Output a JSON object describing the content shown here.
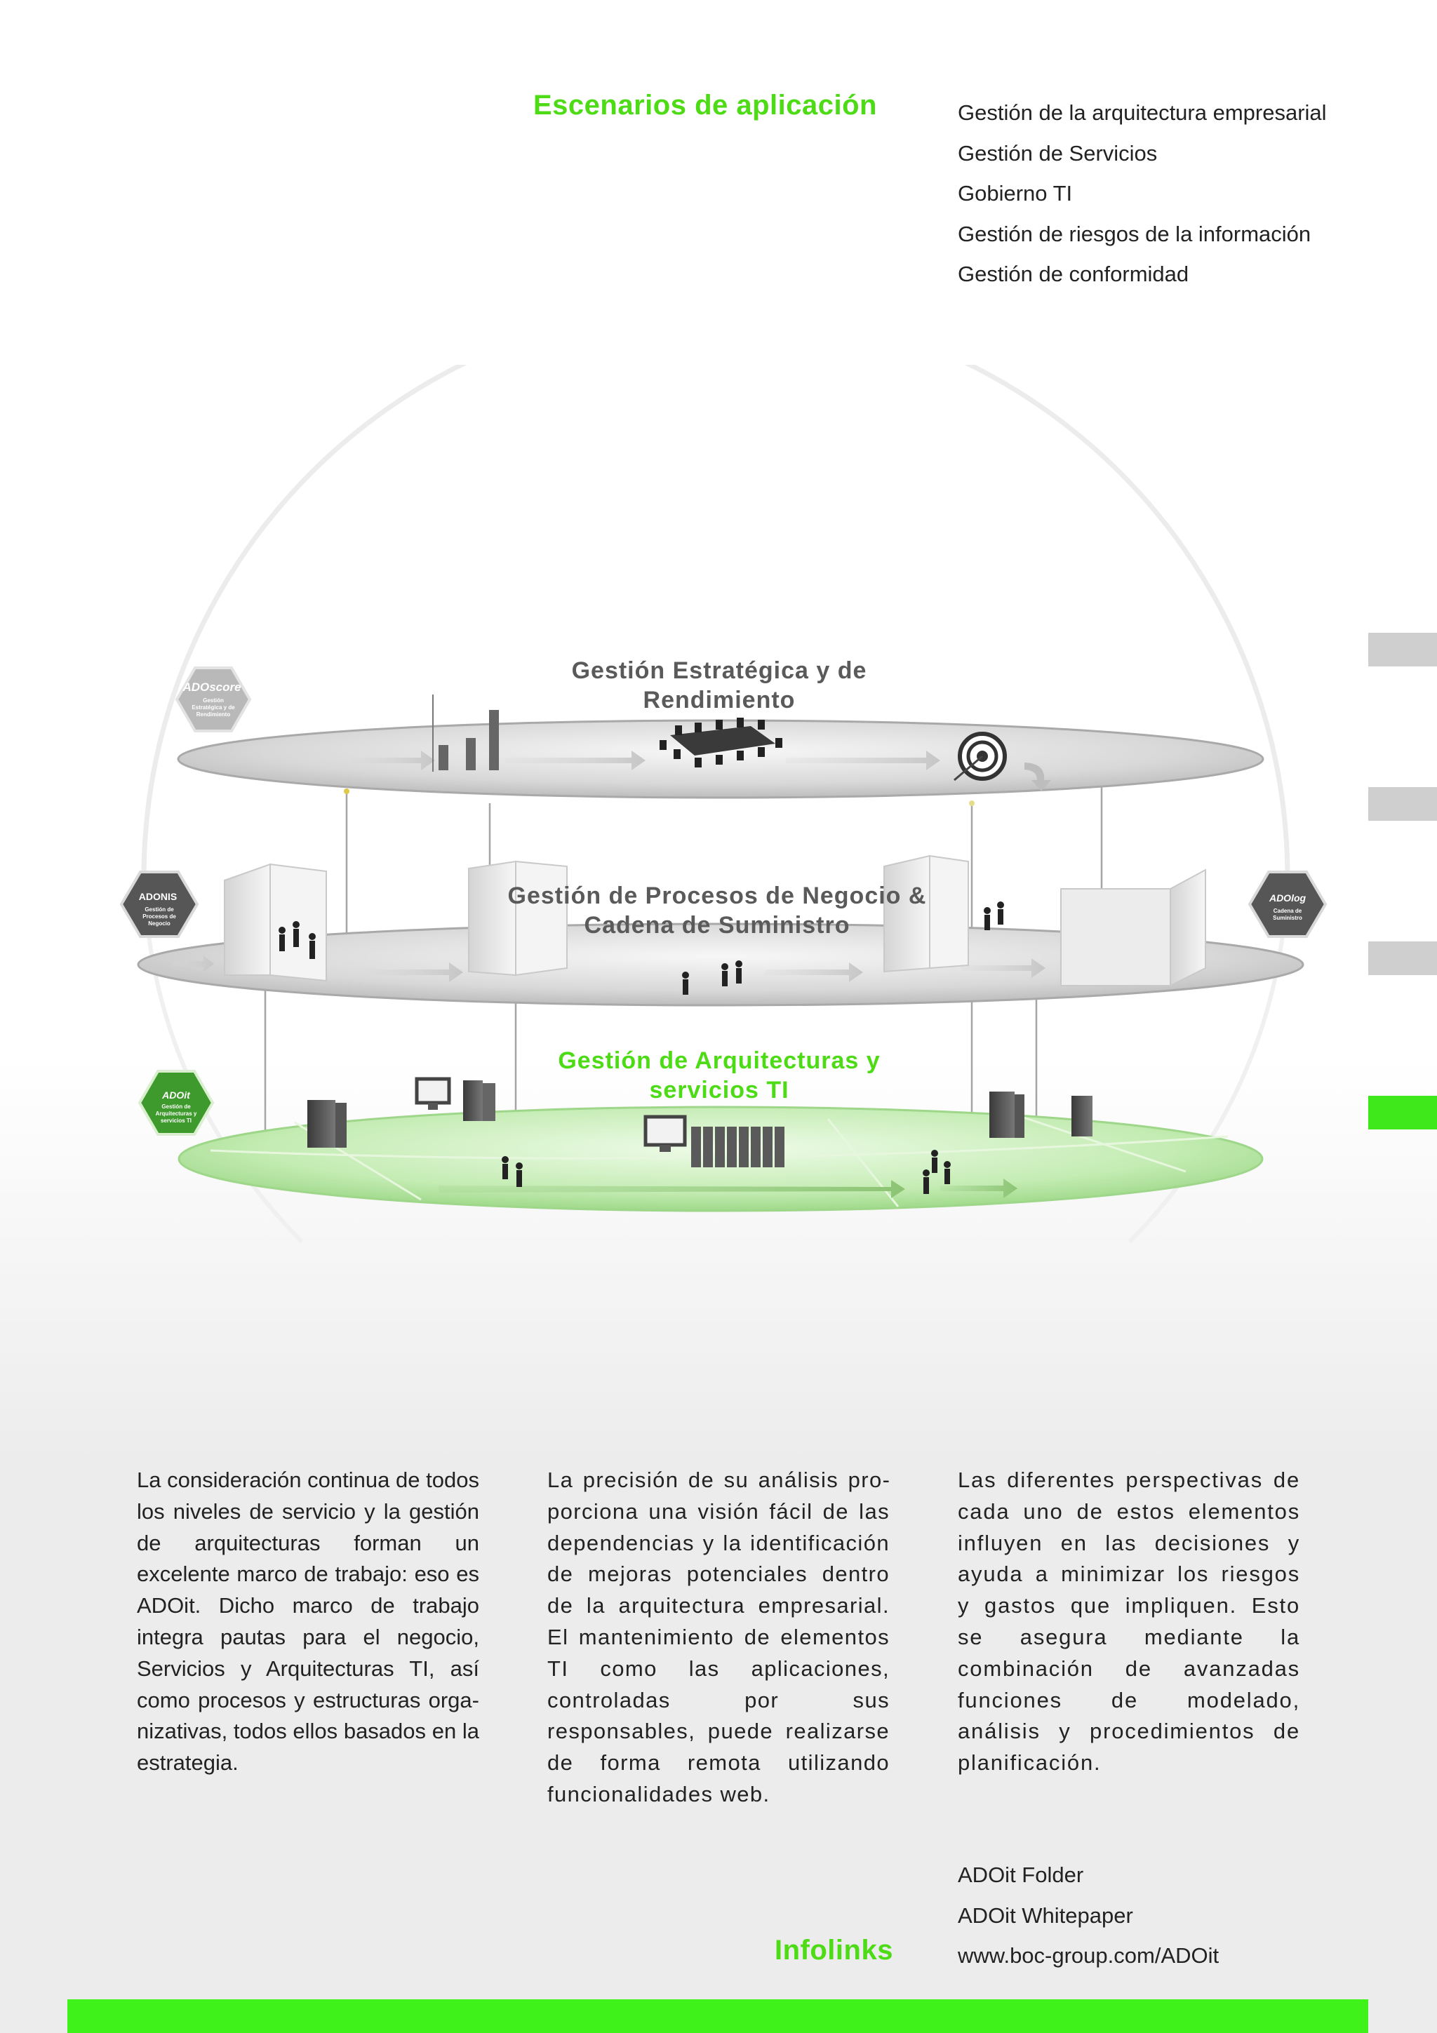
{
  "scenarios": {
    "title": "Escenarios de aplicación",
    "items": [
      "Gestión de la arquitectura empresarial",
      "Gestión de Servicios",
      "Gobierno TI",
      "Gestión de riesgos de la información",
      "Gestión de conformidad"
    ]
  },
  "diagram": {
    "layers": [
      {
        "title_line1": "Gestión Estratégica y de",
        "title_line2": "Rendimiento"
      },
      {
        "title_line1": "Gestión de Procesos de Negocio &",
        "title_line2": "Cadena de Suministro"
      },
      {
        "title_line1": "Gestión de Arquitecturas y",
        "title_line2": "servicios TI"
      }
    ],
    "badges": {
      "adoscore": {
        "name": "ADOscore",
        "sub1": "Gestión",
        "sub2": "Estratégica y de",
        "sub3": "Rendimiento"
      },
      "adonis": {
        "name": "ADONIS",
        "sub1": "Gestión de",
        "sub2": "Procesos de",
        "sub3": "Negocio"
      },
      "adolog": {
        "name": "ADOlog",
        "sub1": "Cadena de",
        "sub2": "Suministro"
      },
      "adoit": {
        "name": "ADOit",
        "sub1": "Gestión de",
        "sub2": "Arquitecturas y",
        "sub3": "servicios TI"
      }
    },
    "colors": {
      "accent_green": "#4ddb16",
      "layer_grey": "#d9d9d9",
      "layer_green": "#bfe9b0"
    }
  },
  "columns": {
    "col1": "La consideración continua de to­dos los niveles de servicio y la gestión de arquitecturas forman un excelente marco de trabajo: eso es ADOit. Dicho marco de traba­jo integra pautas para el negocio, Servicios y Arquitecturas TI, así como procesos y estructuras orga­nizativas, todos ellos basados en la estrategia.",
    "col2": "La precisión de su análisis pro­porciona una visión fácil de las dependencias y la identificación de mejoras potenciales dentro de la arquitectura empresarial. El mantenimiento de elementos TI como las aplicaciones, controla­das por sus responsables, puede realizarse de forma remota utili­zando funcionalidades web.",
    "col3": "Las diferentes perspectivas de cada uno de estos elementos in­fluyen en las decisiones y ayuda a minimizar los riesgos y gastos que impliquen. Esto se asegu­ra mediante la combinación de avanzadas funciones de mode­lado, análisis y procedimientos de planificación."
  },
  "infolinks": {
    "title": "Infolinks",
    "items": [
      "ADOit Folder",
      "ADOit Whitepaper",
      "www.boc-group.com/ADOit"
    ]
  }
}
